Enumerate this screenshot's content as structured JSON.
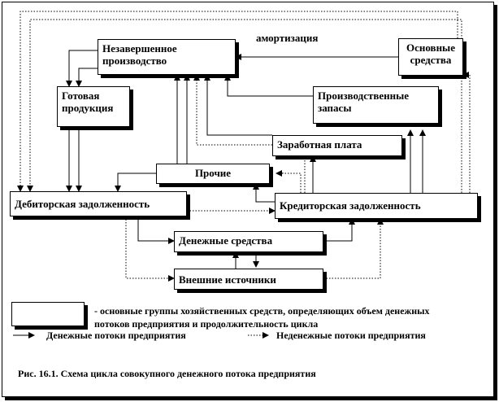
{
  "nodes": {
    "unfinished_production": "Незавершенное производство",
    "fixed_assets": "Основные средства",
    "finished_goods": "Готовая продукция",
    "production_stocks": "Производственные запасы",
    "wages": "Заработная плата",
    "other": "Прочие",
    "receivables": "Дебиторская задолженность",
    "payables": "Кредиторская задолженность",
    "cash": "Денежные средства",
    "external_sources": "Внешние источники"
  },
  "edge_labels": {
    "depreciation": "амортизация"
  },
  "legend": {
    "box_description": "- основные группы хозяйственных средств, определяющих объем денежных потоков предприятия и продолжительность цикла",
    "cash_flows": "Денежные потоки предприятия",
    "noncash_flows": "Неденежные потоки предприятия"
  },
  "caption": "Рис. 16.1. Схема цикла совокупного денежного потока предприятия"
}
